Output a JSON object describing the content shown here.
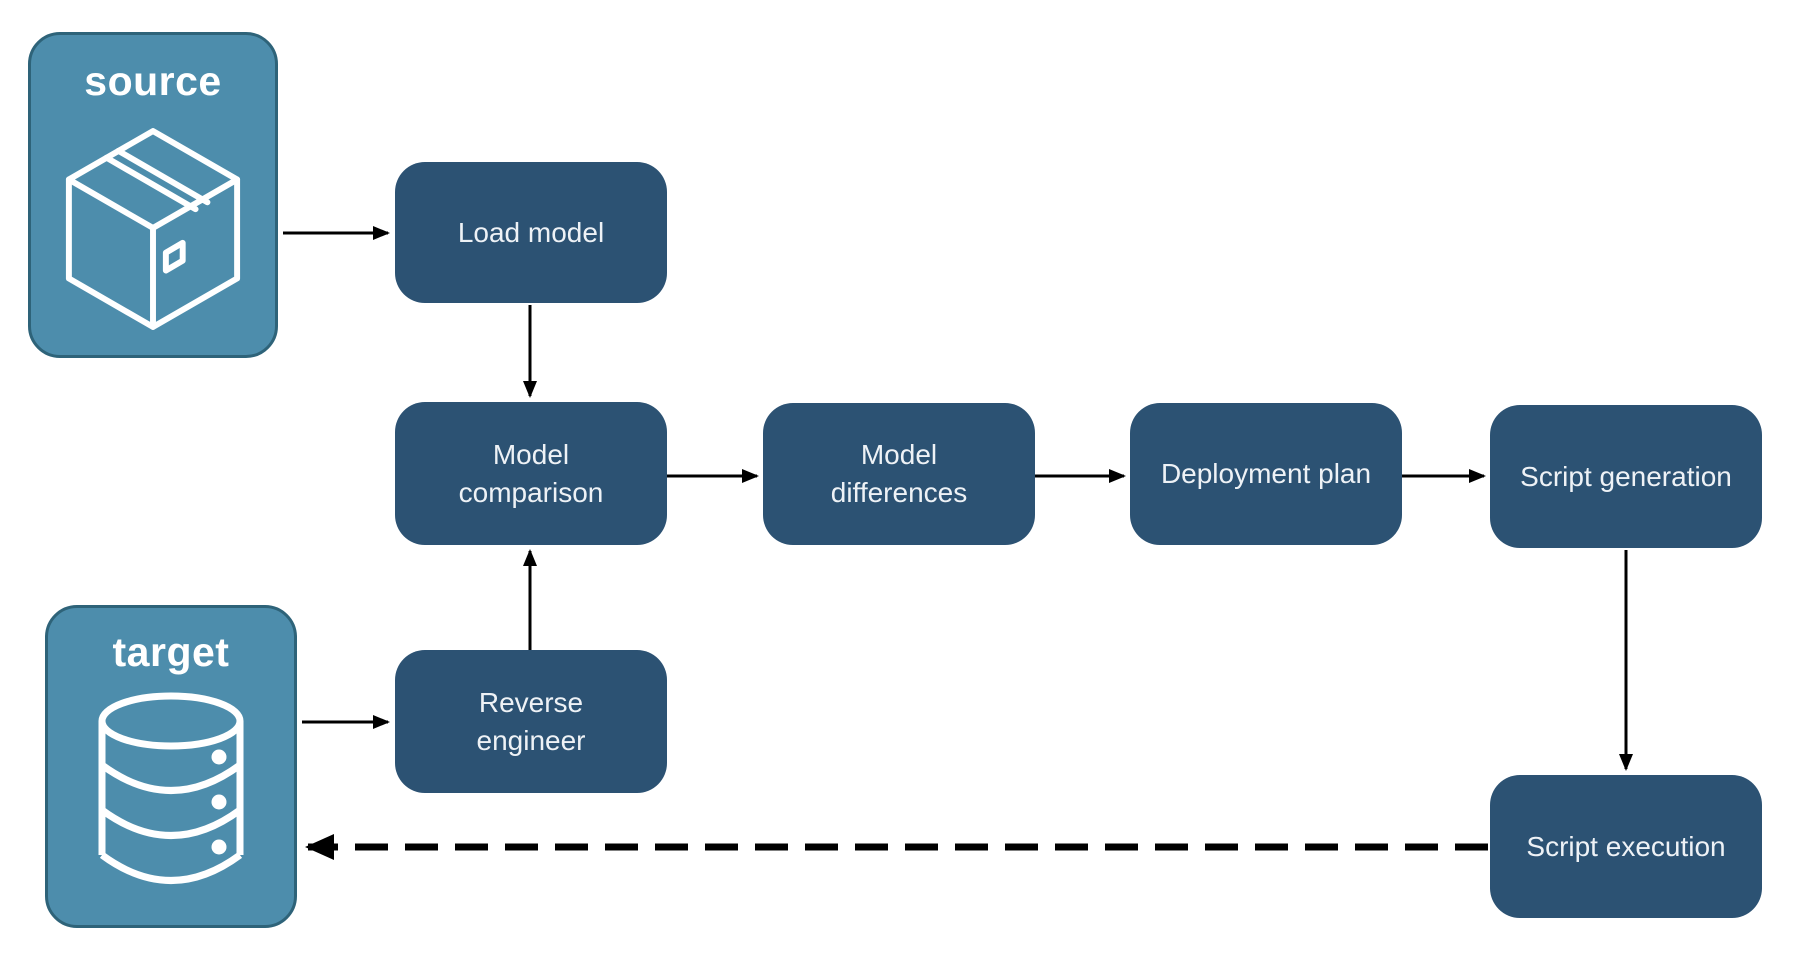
{
  "diagram": {
    "containers": {
      "source": {
        "label": "source",
        "icon": "package-icon"
      },
      "target": {
        "label": "target",
        "icon": "database-icon"
      }
    },
    "nodes": {
      "load_model": {
        "label": "Load model"
      },
      "model_comparison": {
        "label": "Model comparison"
      },
      "model_differences": {
        "label": "Model differences"
      },
      "deployment_plan": {
        "label": "Deployment plan"
      },
      "script_generation": {
        "label": "Script generation"
      },
      "reverse_engineer": {
        "label": "Reverse engineer"
      },
      "script_execution": {
        "label": "Script execution"
      }
    },
    "edges": [
      {
        "from": "source",
        "to": "load_model",
        "style": "solid"
      },
      {
        "from": "load_model",
        "to": "model_comparison",
        "style": "solid"
      },
      {
        "from": "model_comparison",
        "to": "model_differences",
        "style": "solid"
      },
      {
        "from": "model_differences",
        "to": "deployment_plan",
        "style": "solid"
      },
      {
        "from": "deployment_plan",
        "to": "script_generation",
        "style": "solid"
      },
      {
        "from": "script_generation",
        "to": "script_execution",
        "style": "solid"
      },
      {
        "from": "target",
        "to": "reverse_engineer",
        "style": "solid"
      },
      {
        "from": "reverse_engineer",
        "to": "model_comparison",
        "style": "solid"
      },
      {
        "from": "script_execution",
        "to": "target",
        "style": "dashed"
      }
    ]
  },
  "colors": {
    "node_fill": "#2c5273",
    "container_fill": "#4d8dac",
    "container_border": "#2e6379",
    "node_text": "#eef2f6",
    "container_text": "#ffffff",
    "arrow": "#000000",
    "background": "#ffffff"
  }
}
